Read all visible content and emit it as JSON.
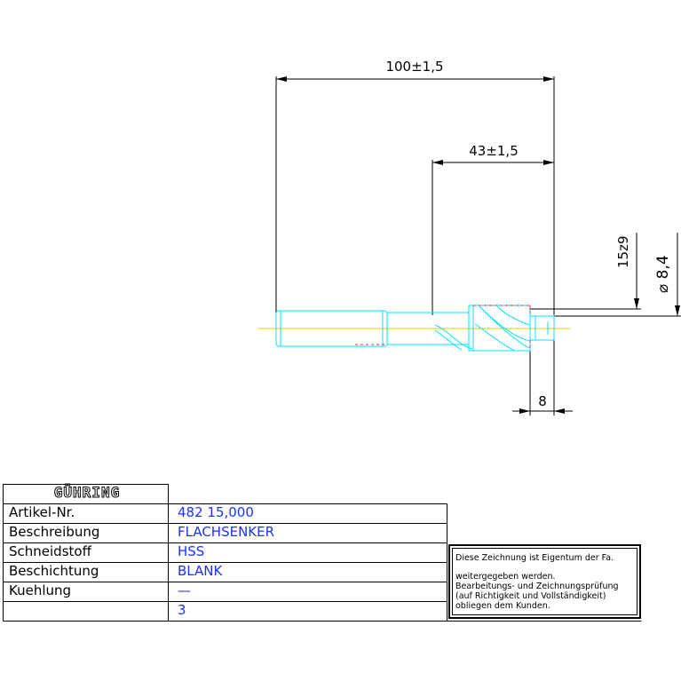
{
  "dimensions": {
    "overall_length": "100±1,5",
    "flute_length": "43±1,5",
    "pilot_diameter": "15z9",
    "diameter": "⌀ 8,4",
    "pilot_length": "8"
  },
  "title_block": {
    "logo": "GÜHRING",
    "rows": [
      {
        "label": "Artikel-Nr.",
        "value": "482 15,000"
      },
      {
        "label": "Beschreibung",
        "value": "FLACHSENKER"
      },
      {
        "label": "Schneidstoff",
        "value": "HSS"
      },
      {
        "label": "Beschichtung",
        "value": "BLANK"
      },
      {
        "label": "Kuehlung",
        "value": "—"
      },
      {
        "label": "",
        "value": "3"
      }
    ],
    "note_lines": [
      "Diese Zeichnung ist Eigentum der Fa.",
      "weitergegeben werden.",
      "Bearbeitungs- und Zeichnungsprüfung",
      "(auf Richtigkeit und Vollständigkeit)",
      "obliegen dem Kunden."
    ]
  },
  "colors": {
    "outline": "#00e5ff",
    "centerline": "#e8c800",
    "hidden": "#ff2020",
    "text_value": "#1a33ff"
  }
}
